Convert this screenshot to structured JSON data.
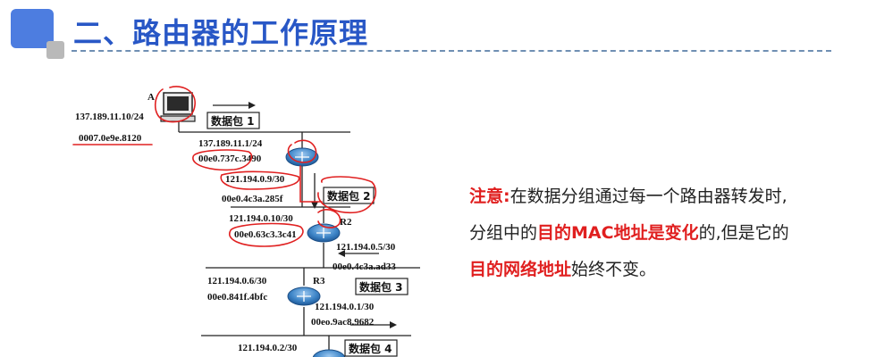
{
  "header": {
    "title": "二、路由器的工作原理"
  },
  "diagram": {
    "host_a_label": "A",
    "host_a_ip": "137.189.11.10/24",
    "host_a_mac": "0007.0e9e.8120",
    "r1_lan_ip": "137.189.11.1/24",
    "r1_lan_mac": "00e0.737c.3490",
    "r1_wan_ip": "121.194.0.9/30",
    "r1_wan_mac": "00e0.4c3a.285f",
    "r2_label": "R2",
    "r2_ip_a": "121.194.0.10/30",
    "r2_mac_a": "00e0.63c3.3c41",
    "r2_ip_b": "121.194.0.5/30",
    "r2_mac_b": "00e0.4c3a.ad33",
    "r3_label": "R3",
    "r3_ip_a": "121.194.0.6/30",
    "r3_mac_a": "00e0.841f.4bfc",
    "r3_ip_b": "121.194.0.1/30",
    "r3_mac_b": "00eo.9ac8.9682",
    "r4_ip": "121.194.0.2/30",
    "packet_1": "数据包 1",
    "packet_2": "数据包 2",
    "packet_3": "数据包 3",
    "packet_4": "数据包 4"
  },
  "note": {
    "label": "注意:",
    "line1_text": "在数据分组通过每一个路由器转发时,",
    "line2_prefix": "分组中的",
    "line2_highlight": "目的MAC地址是变化",
    "line2_suffix": "的,但是它的",
    "line3_highlight": "目的网络地址",
    "line3_suffix": "始终不变。"
  },
  "colors": {
    "title_blue": "#2857c6",
    "accent_blue": "#4d7de0",
    "highlight_red": "#e01f1f",
    "annotation_red": "#e02020",
    "router_blue": "#3f86c8"
  }
}
